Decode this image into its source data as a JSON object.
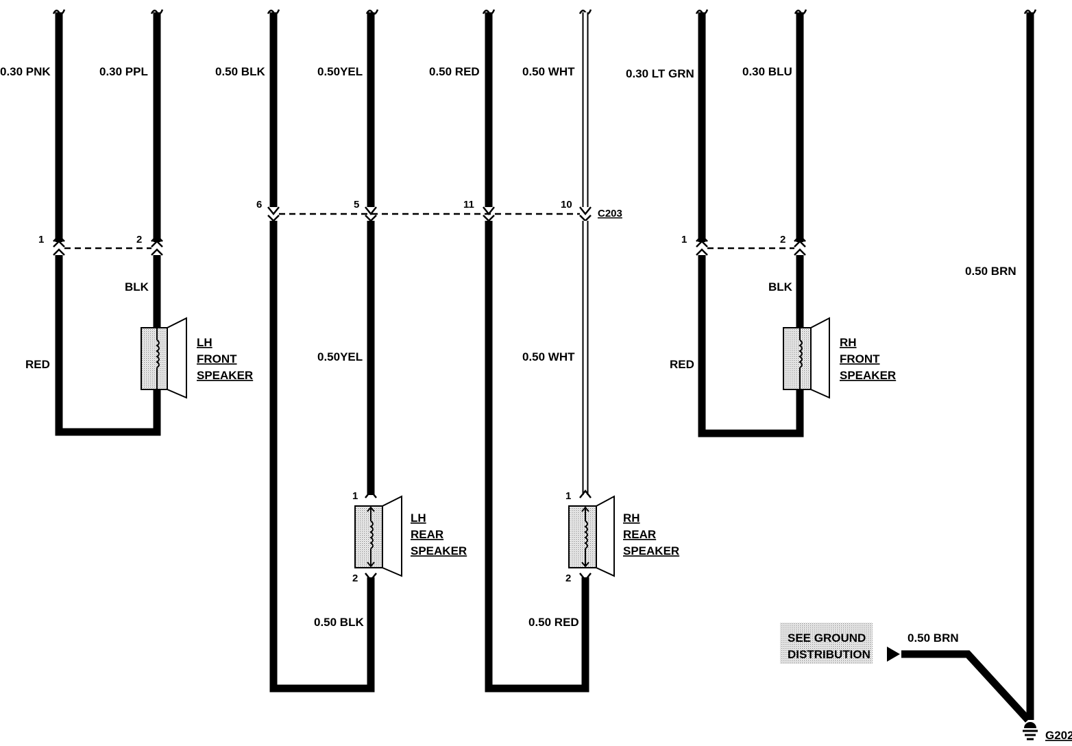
{
  "colors": {
    "wire": "#000000",
    "background": "#ffffff",
    "shade": "#b0b0b0"
  },
  "wires": {
    "w1_top": "0.30 PNK",
    "w2_top": "0.30 PPL",
    "w3_top": "0.50 BLK",
    "w4_top": "0.50YEL",
    "w5_top": "0.50 RED",
    "w6_top": "0.50 WHT",
    "w7_top": "0.30 LT GRN",
    "w8_top": "0.30 BLU",
    "w9": "0.50 BRN",
    "lh_front_red": "RED",
    "lh_front_blk": "BLK",
    "rh_front_red": "RED",
    "rh_front_blk": "BLK",
    "lh_rear_mid": "0.50YEL",
    "rh_rear_mid": "0.50 WHT",
    "lh_rear_bottom": "0.50 BLK",
    "rh_rear_bottom": "0.50 RED",
    "ground_wire": "0.50 BRN"
  },
  "connectors": {
    "c203": "C203",
    "pins_c203": [
      "6",
      "5",
      "11",
      "10"
    ],
    "lh_front_pins": [
      "1",
      "2"
    ],
    "rh_front_pins": [
      "1",
      "2"
    ],
    "lh_rear_pins": [
      "1",
      "2"
    ],
    "rh_rear_pins": [
      "1",
      "2"
    ]
  },
  "components": {
    "lh_front": [
      "LH",
      "FRONT",
      "SPEAKER"
    ],
    "rh_front": [
      "RH",
      "FRONT",
      "SPEAKER"
    ],
    "lh_rear": [
      "LH",
      "REAR",
      "SPEAKER"
    ],
    "rh_rear": [
      "RH",
      "REAR",
      "SPEAKER"
    ]
  },
  "ground": {
    "ref_line1": "SEE GROUND",
    "ref_line2": "DISTRIBUTION",
    "point": "G202"
  },
  "icons": [
    "break-mark-icon",
    "speaker-icon",
    "coil-icon",
    "ground-icon",
    "arrow-icon"
  ]
}
